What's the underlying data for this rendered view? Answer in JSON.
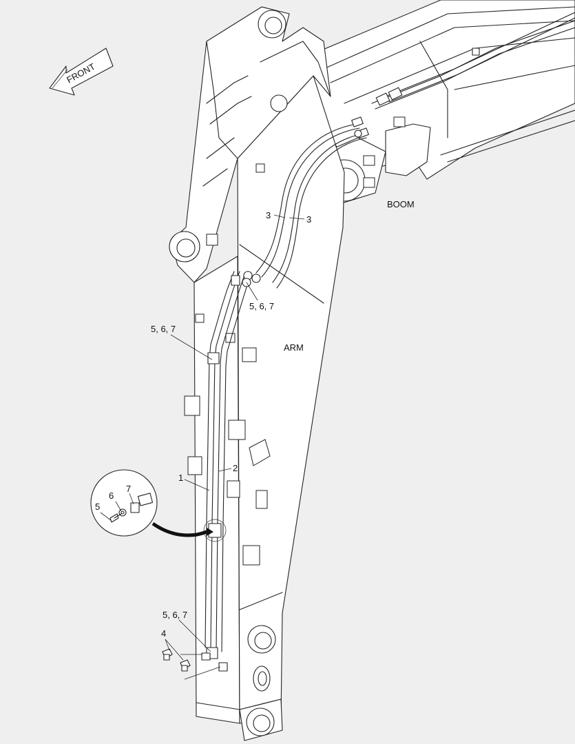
{
  "labels": {
    "front": "FRONT",
    "boom": "BOOM",
    "arm": "ARM"
  },
  "callouts": {
    "c3a": "3",
    "c3b": "3",
    "c567_upper": "5, 6, 7",
    "c567_mid": "5, 6, 7",
    "c567_lower": "5, 6, 7",
    "c1": "1",
    "c2": "2",
    "c4": "4",
    "d5": "5",
    "d6": "6",
    "d7": "7"
  }
}
